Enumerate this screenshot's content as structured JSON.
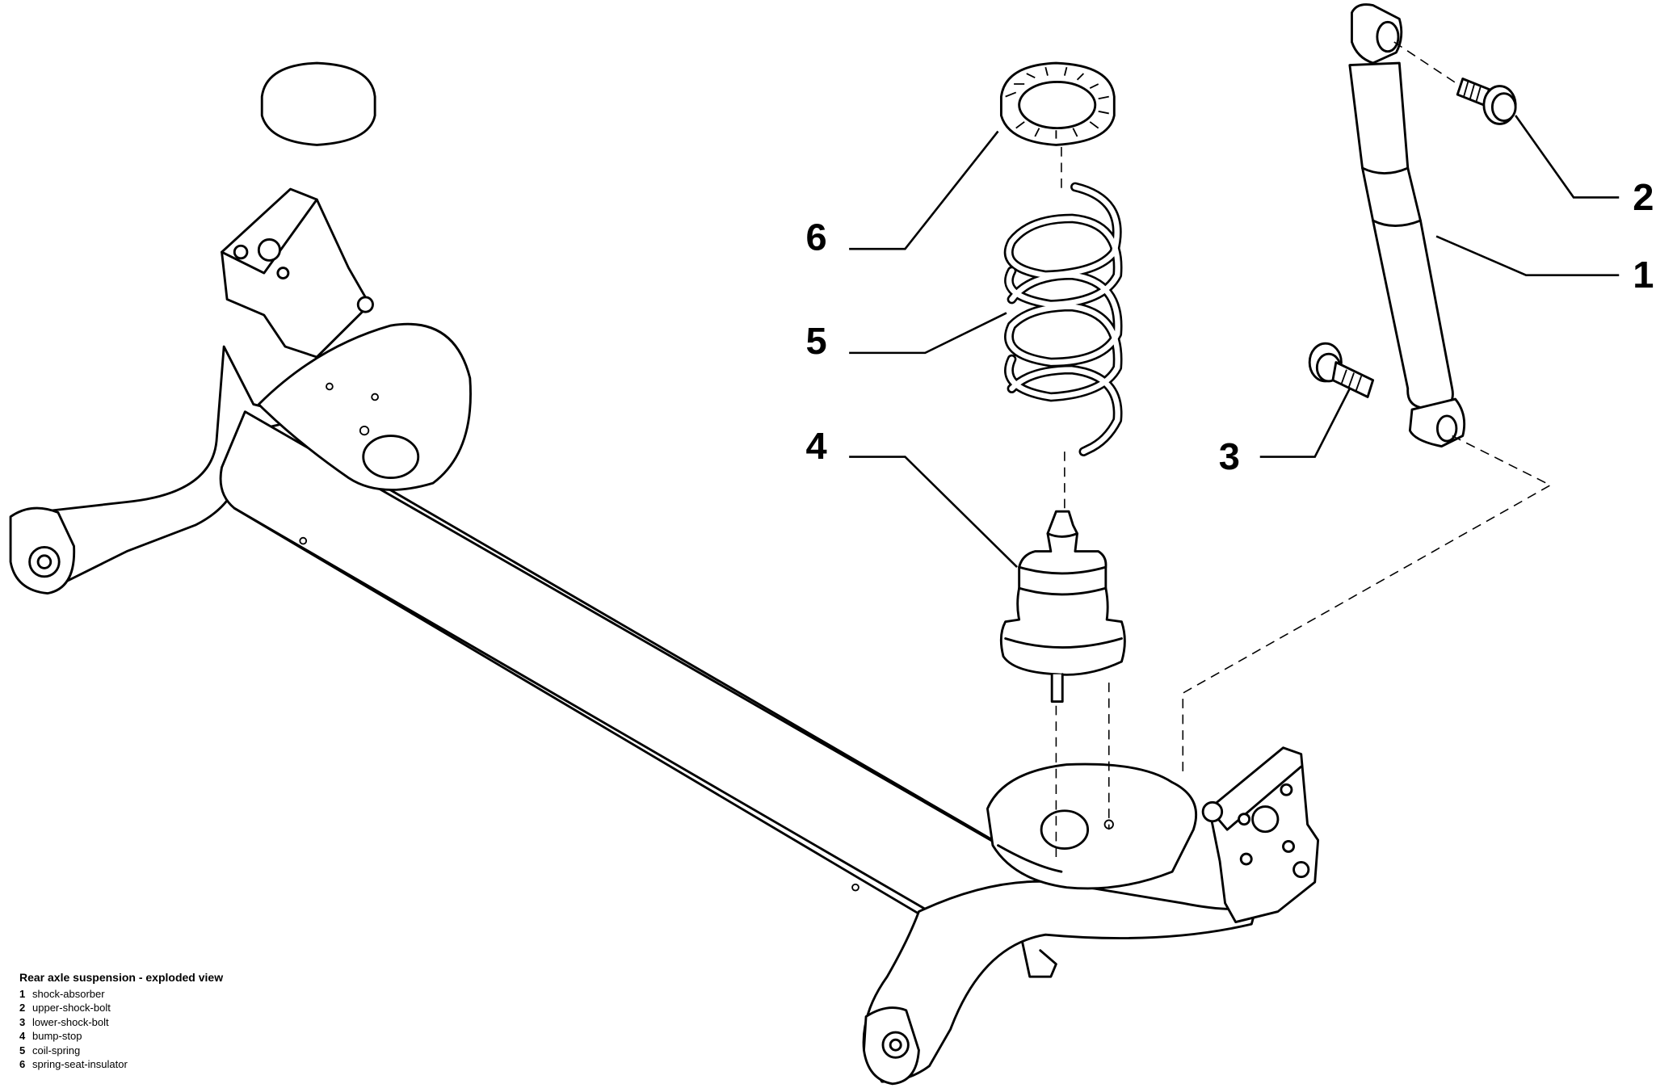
{
  "diagram": {
    "title": "Rear axle suspension - exploded view",
    "line_color": "#000000",
    "background": "#ffffff",
    "callouts": [
      {
        "number": "1",
        "part": "shock-absorber"
      },
      {
        "number": "2",
        "part": "upper-shock-bolt"
      },
      {
        "number": "3",
        "part": "lower-shock-bolt"
      },
      {
        "number": "4",
        "part": "bump-stop"
      },
      {
        "number": "5",
        "part": "coil-spring"
      },
      {
        "number": "6",
        "part": "spring-seat-insulator"
      }
    ]
  }
}
